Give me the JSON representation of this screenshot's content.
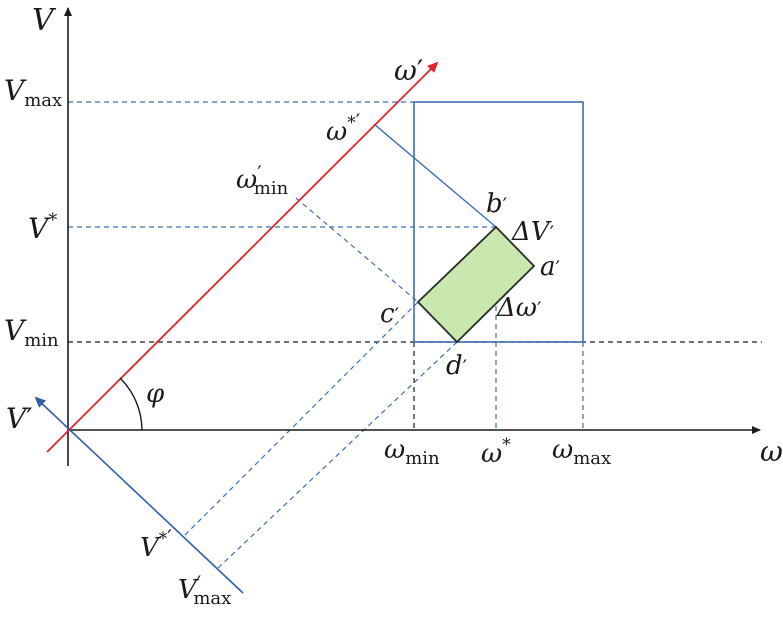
{
  "labels": {
    "v_axis": "V",
    "omega_axis": "ω",
    "omega_prime": "ω",
    "prime": "′",
    "v_prime_main": "V",
    "v_max_main": "V",
    "v_max_sub": "max",
    "v_star_main": "V",
    "star": "*",
    "v_min_main": "V",
    "v_min_sub": "min",
    "omega_min_main": "ω",
    "omega_min_sub": "min",
    "omega_star_main": "ω",
    "omega_max_main": "ω",
    "omega_max_sub": "max",
    "omega_prime_star_main": "ω",
    "omega_prime_min_main": "ω",
    "omega_prime_min_sub": "min",
    "v_prime_star_main": "V",
    "v_prime_max_main": "V",
    "v_prime_max_sub": "max",
    "phi": "φ",
    "point_a": "a",
    "point_b": "b",
    "point_c": "c",
    "point_d": "d",
    "delta_v_main": "ΔV",
    "delta_omega_main": "Δω"
  },
  "colors": {
    "axis": "#1a1a1a",
    "rotated_omega_axis": "#e0262c",
    "rotated_v_axis": "#2f5fa8",
    "feasible_box": "#3d6db5",
    "projection_dashed": "#3d6db5",
    "reference_dashed": "#1a1a1a",
    "region_fill": "#c9e8b0",
    "region_stroke": "#2a2a2a"
  }
}
